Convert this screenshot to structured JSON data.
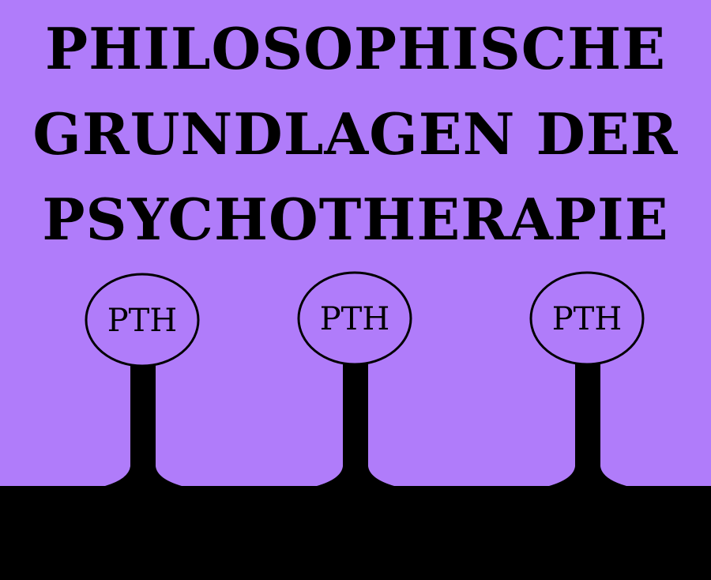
{
  "title_lines": [
    "PHILOSOPHISCHE",
    "GRUNDLAGEN DER",
    "PSYCHOTHERAPIE"
  ],
  "signs": [
    {
      "label": "PTH"
    },
    {
      "label": "PTH"
    },
    {
      "label": "PTH"
    }
  ],
  "colors": {
    "background": "#b07cfa",
    "ink": "#000000"
  }
}
